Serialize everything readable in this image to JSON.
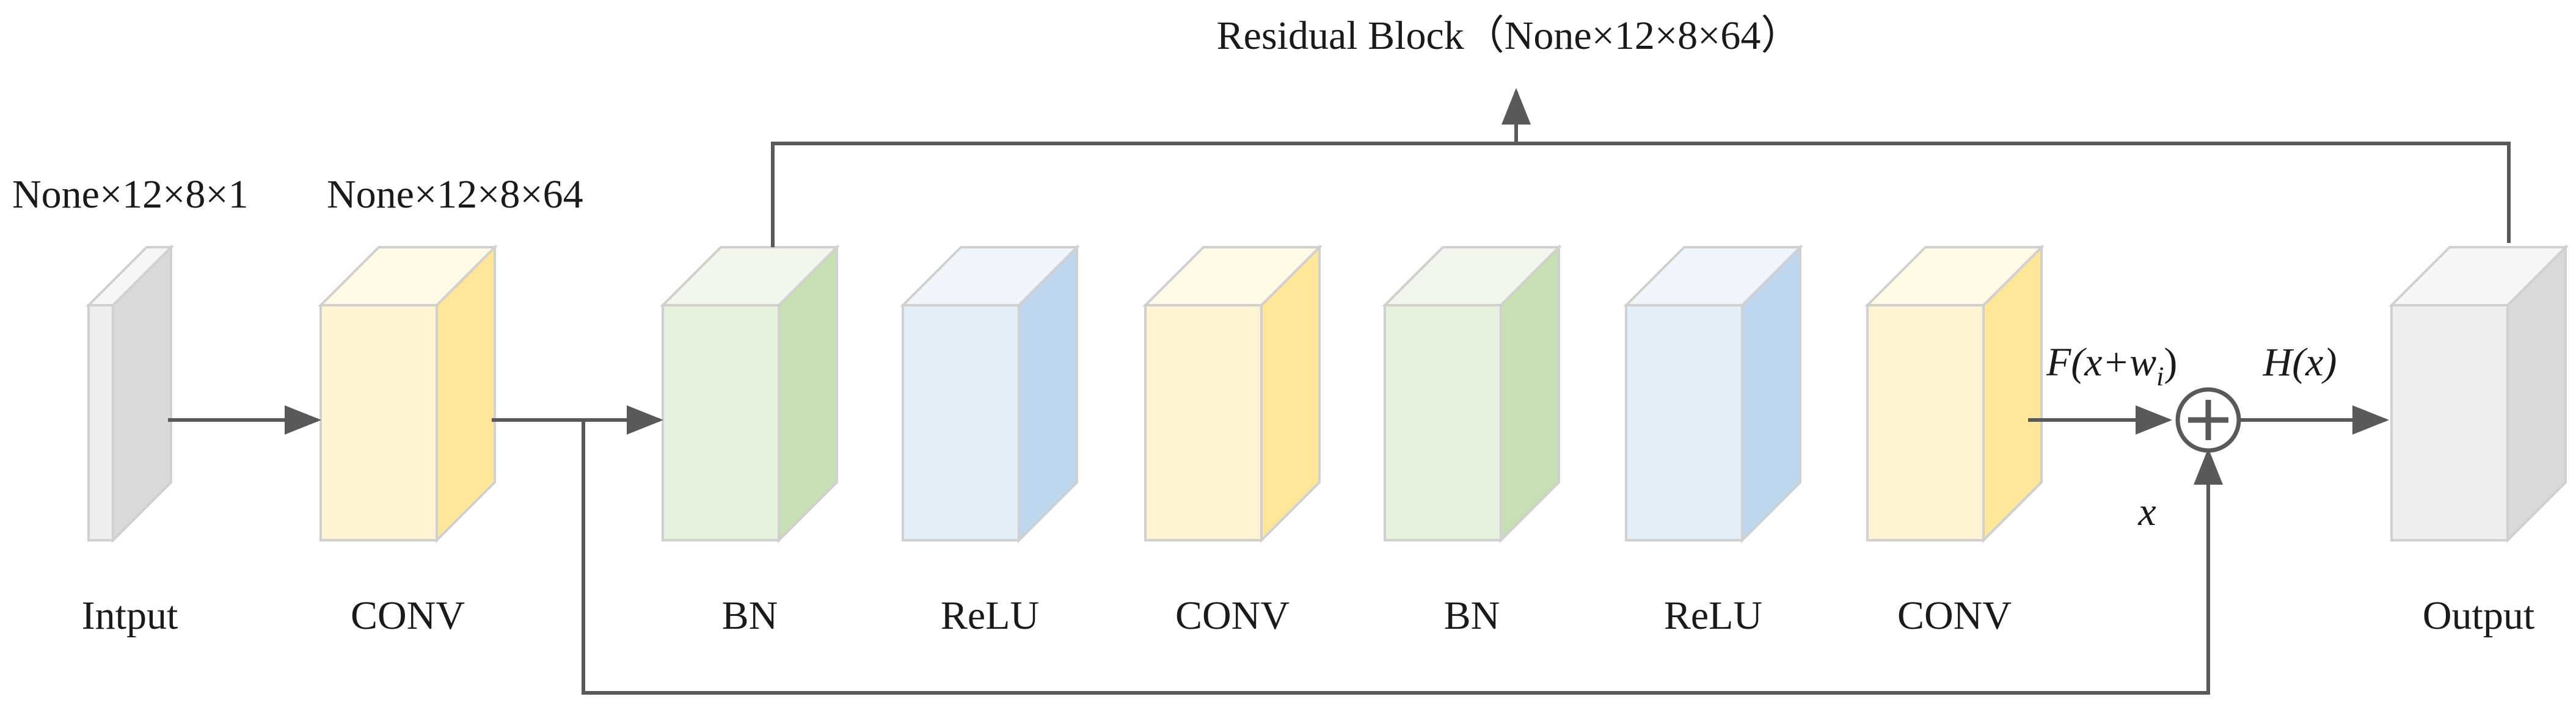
{
  "title": "Residual Block（None×12×8×64）",
  "input_shape": "None×12×8×1",
  "conv_shape": "None×12×8×64",
  "blocks": [
    {
      "label": "Intput",
      "color": "#d9d9d9"
    },
    {
      "label": "CONV",
      "color": "#ffe699"
    },
    {
      "label": "BN",
      "color": "#c6e0b4"
    },
    {
      "label": "ReLU",
      "color": "#bdd7ee"
    },
    {
      "label": "CONV",
      "color": "#ffe699"
    },
    {
      "label": "BN",
      "color": "#c6e0b4"
    },
    {
      "label": "ReLU",
      "color": "#bdd7ee"
    },
    {
      "label": "CONV",
      "color": "#ffe699"
    },
    {
      "label": "Output",
      "color": "#d9d9d9"
    }
  ],
  "math": {
    "f_main": "F(x+w",
    "f_sub": "i",
    "f_close": ")",
    "h": "H(x)",
    "x": "x"
  },
  "adder_icon": "circled-plus-icon",
  "colors": {
    "wire": "#595959",
    "edge": "#d0d0d0"
  }
}
